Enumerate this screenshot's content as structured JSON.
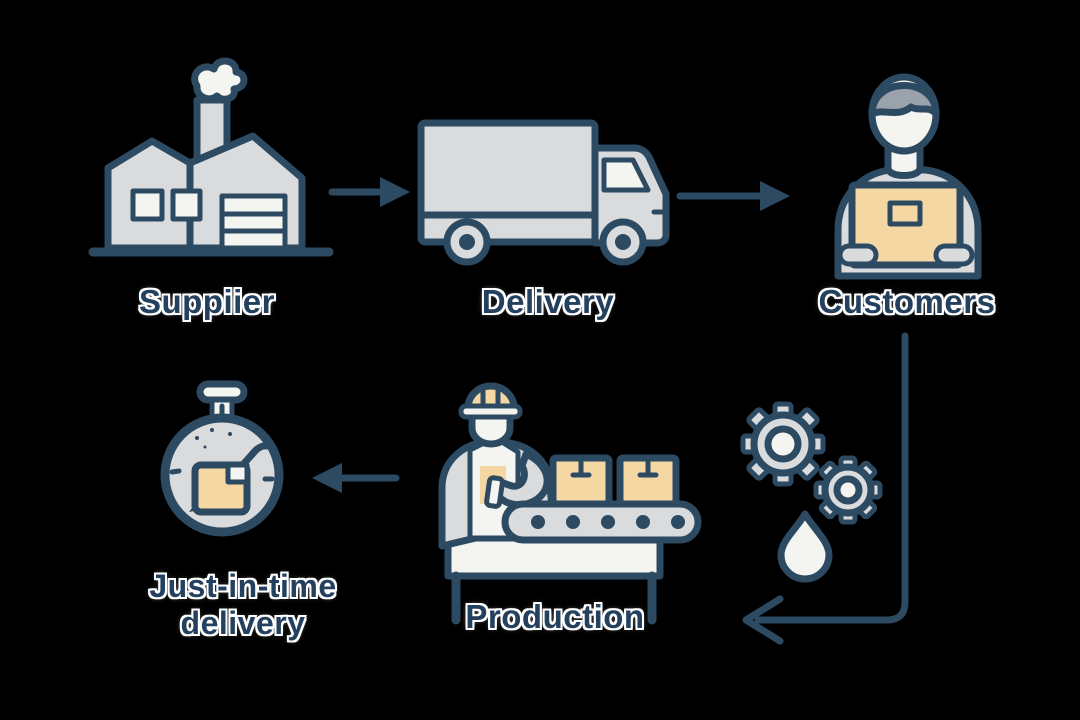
{
  "diagram_type": "supply-chain-flow",
  "colors": {
    "background": "#000000",
    "outline_navy": "#2d4a63",
    "fill_gray": "#d9dbdd",
    "fill_tan": "#f5d7a3",
    "text": "#24405f",
    "text_outline": "#ffffff"
  },
  "labels": {
    "supplier": "Suppiier",
    "delivery": "Delivery",
    "customers": "Customers",
    "jit_line1": "Just-in-time",
    "jit_line2": "delivery",
    "production": "Production"
  },
  "nodes": [
    {
      "id": "supplier",
      "label": "Suppiier",
      "icon": "factory-icon"
    },
    {
      "id": "delivery",
      "label": "Delivery",
      "icon": "truck-icon"
    },
    {
      "id": "customers",
      "label": "Customers",
      "icon": "person-holding-box-icon"
    },
    {
      "id": "process",
      "label": "",
      "icon": "gears-and-drop-icon"
    },
    {
      "id": "production",
      "label": "Production",
      "icon": "worker-conveyor-icon"
    },
    {
      "id": "jit",
      "label": "Just-in-time delivery",
      "icon": "stopwatch-package-icon"
    }
  ],
  "arrows": [
    {
      "from": "supplier",
      "to": "delivery",
      "style": "right-filled-head"
    },
    {
      "from": "delivery",
      "to": "customers",
      "style": "right-filled-head"
    },
    {
      "from": "customers",
      "to": "production",
      "style": "down-then-left-open-head"
    },
    {
      "from": "production",
      "to": "jit",
      "style": "left-filled-head"
    }
  ]
}
